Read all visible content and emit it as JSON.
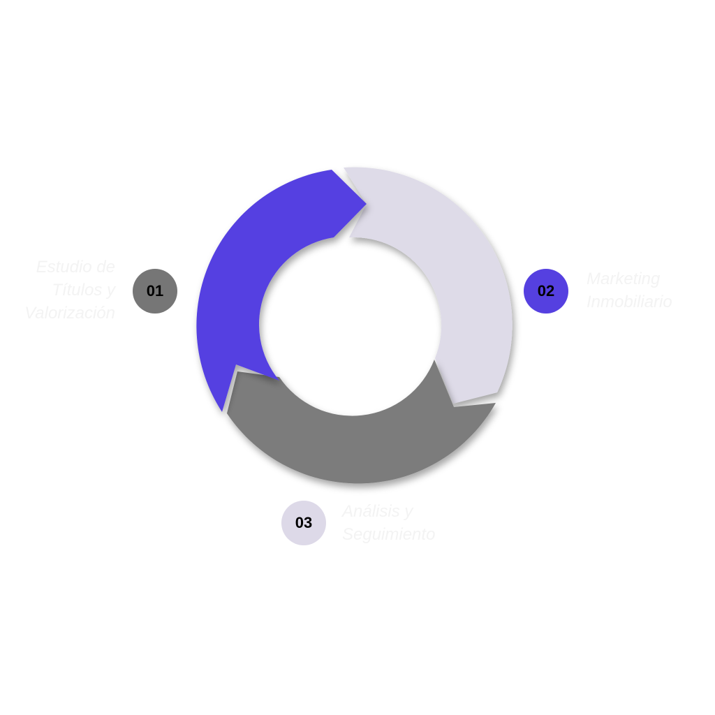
{
  "steps": [
    {
      "number": "01",
      "label": "Estudio de\nTítulos y\nValorización",
      "color": "#767676"
    },
    {
      "number": "02",
      "label": "Marketing\nInmobiliario",
      "color": "#5540e0"
    },
    {
      "number": "03",
      "label": "Análisis y\nSeguimiento",
      "color": "#ddd9e8"
    }
  ],
  "colors": {
    "segment_purple": "#5441e1",
    "segment_lavender": "#dedbe8",
    "segment_gray": "#7b7b7b",
    "label_text": "#f3f3f3"
  }
}
